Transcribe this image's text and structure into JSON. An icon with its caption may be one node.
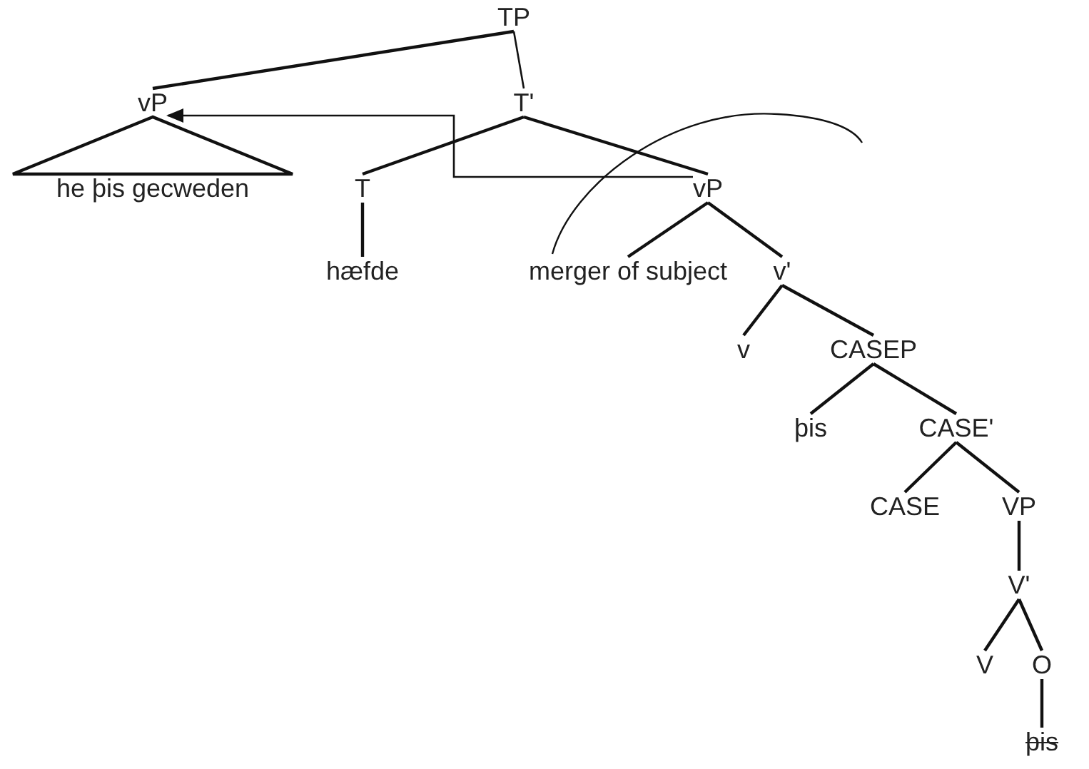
{
  "diagram": {
    "nodes": [
      {
        "text": [
          "TP"
        ]
      },
      {
        "text": [
          "vP"
        ]
      },
      {
        "text": [
          "T'"
        ]
      },
      {
        "text": [
          "he þis gecweden"
        ]
      },
      {
        "text": [
          "T"
        ]
      },
      {
        "text": [
          "vP"
        ]
      },
      {
        "text": [
          "hæfde"
        ]
      },
      {
        "text": [
          "merger of subject"
        ]
      },
      {
        "text": [
          "v'"
        ]
      },
      {
        "text": [
          "v"
        ]
      },
      {
        "text": [
          "CASEP"
        ]
      },
      {
        "text": [
          "þis"
        ]
      },
      {
        "text": [
          "CASE'"
        ]
      },
      {
        "text": [
          "CASE"
        ]
      },
      {
        "text": [
          "VP"
        ]
      },
      {
        "text": [
          "V'"
        ]
      },
      {
        "text": [
          "V"
        ]
      },
      {
        "text": [
          "O"
        ]
      },
      {
        "text": [
          "þis"
        ]
      }
    ],
    "edges": [
      {
        "from": 0,
        "to": 1,
        "arrow": "none"
      },
      {
        "from": 0,
        "to": 2,
        "arrow": "none"
      },
      {
        "from": 1,
        "to": 3,
        "arrow": "none"
      },
      {
        "from": 2,
        "to": 4,
        "arrow": "none"
      },
      {
        "from": 2,
        "to": 5,
        "arrow": "none"
      },
      {
        "from": 4,
        "to": 6,
        "arrow": "none"
      },
      {
        "from": 5,
        "to": 7,
        "arrow": "none"
      },
      {
        "from": 5,
        "to": 8,
        "arrow": "none"
      },
      {
        "from": 8,
        "to": 9,
        "arrow": "none"
      },
      {
        "from": 8,
        "to": 10,
        "arrow": "none"
      },
      {
        "from": 10,
        "to": 11,
        "arrow": "none"
      },
      {
        "from": 10,
        "to": 12,
        "arrow": "none"
      },
      {
        "from": 12,
        "to": 13,
        "arrow": "none"
      },
      {
        "from": 12,
        "to": 14,
        "arrow": "none"
      },
      {
        "from": 14,
        "to": 15,
        "arrow": "none"
      },
      {
        "from": 15,
        "to": 16,
        "arrow": "none"
      },
      {
        "from": 15,
        "to": 17,
        "arrow": "none"
      },
      {
        "from": 17,
        "to": 18,
        "arrow": "none"
      },
      {
        "from": 5,
        "to": 1,
        "arrow": "to"
      }
    ]
  }
}
